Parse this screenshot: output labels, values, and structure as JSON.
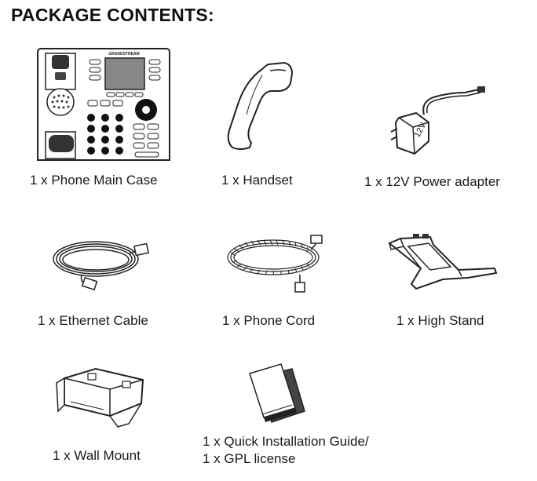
{
  "heading": "PACKAGE CONTENTS:",
  "phone_brand": "GRANDSTREAM",
  "adapter_voltage_mark": "12V",
  "items": [
    {
      "caption": "1 x Phone Main Case"
    },
    {
      "caption": "1 x Handset"
    },
    {
      "caption": "1 x 12V Power adapter"
    },
    {
      "caption": "1 x Ethernet Cable"
    },
    {
      "caption": "1 x Phone Cord"
    },
    {
      "caption": "1 x High Stand"
    },
    {
      "caption": "1 x Wall Mount"
    },
    {
      "caption_line1": "1 x Quick Installation Guide/",
      "caption_line2": "1 x GPL license"
    }
  ]
}
